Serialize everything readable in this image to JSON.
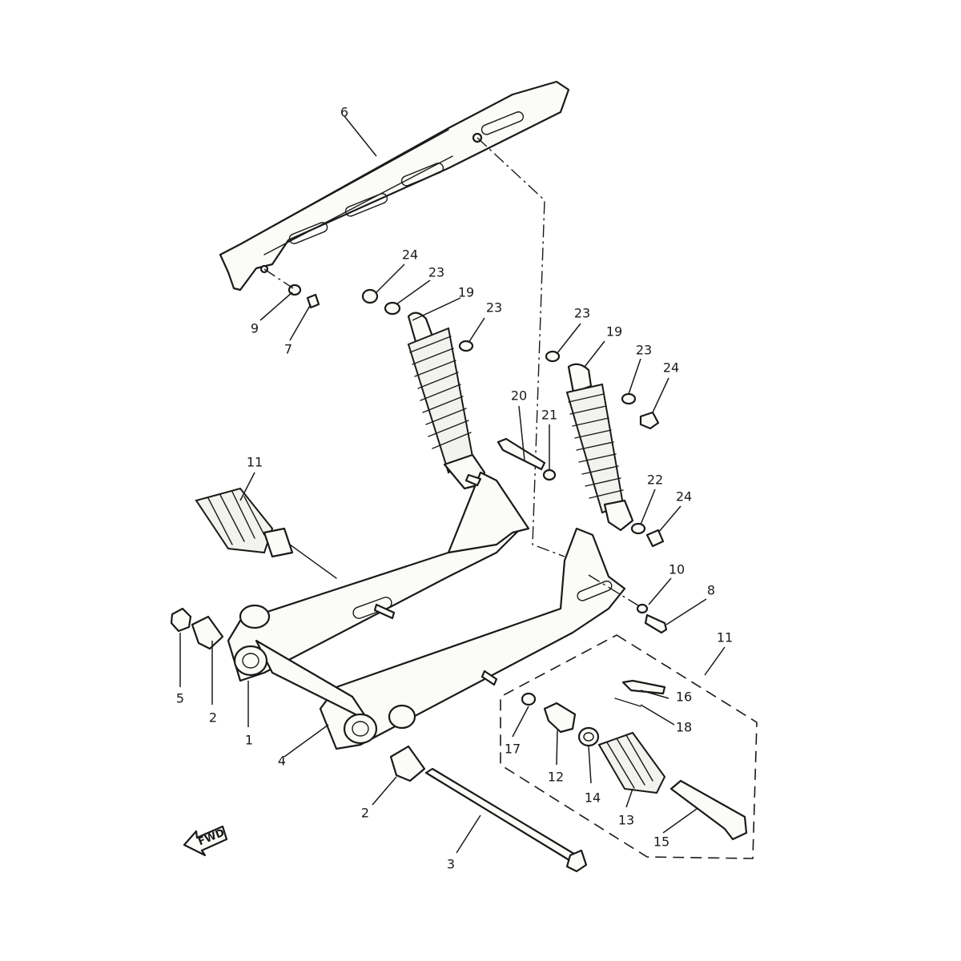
{
  "callouts": [
    {
      "id": "c6",
      "text": "6"
    },
    {
      "id": "c9",
      "text": "9"
    },
    {
      "id": "c7",
      "text": "7"
    },
    {
      "id": "c24a",
      "text": "24"
    },
    {
      "id": "c23a",
      "text": "23"
    },
    {
      "id": "c19a",
      "text": "19"
    },
    {
      "id": "c23b",
      "text": "23"
    },
    {
      "id": "c23c",
      "text": "23"
    },
    {
      "id": "c19b",
      "text": "19"
    },
    {
      "id": "c23d",
      "text": "23"
    },
    {
      "id": "c24b",
      "text": "24"
    },
    {
      "id": "c20",
      "text": "20"
    },
    {
      "id": "c21",
      "text": "21"
    },
    {
      "id": "c11a",
      "text": "11"
    },
    {
      "id": "c22",
      "text": "22"
    },
    {
      "id": "c24c",
      "text": "24"
    },
    {
      "id": "c10",
      "text": "10"
    },
    {
      "id": "c8",
      "text": "8"
    },
    {
      "id": "c11b",
      "text": "11"
    },
    {
      "id": "c5",
      "text": "5"
    },
    {
      "id": "c2a",
      "text": "2"
    },
    {
      "id": "c1",
      "text": "1"
    },
    {
      "id": "c4",
      "text": "4"
    },
    {
      "id": "c16",
      "text": "16"
    },
    {
      "id": "c18",
      "text": "18"
    },
    {
      "id": "c17",
      "text": "17"
    },
    {
      "id": "c12",
      "text": "12"
    },
    {
      "id": "c14",
      "text": "14"
    },
    {
      "id": "c13",
      "text": "13"
    },
    {
      "id": "c15",
      "text": "15"
    },
    {
      "id": "c2b",
      "text": "2"
    },
    {
      "id": "c3",
      "text": "3"
    }
  ],
  "direction_marker": {
    "label": "FWD"
  }
}
